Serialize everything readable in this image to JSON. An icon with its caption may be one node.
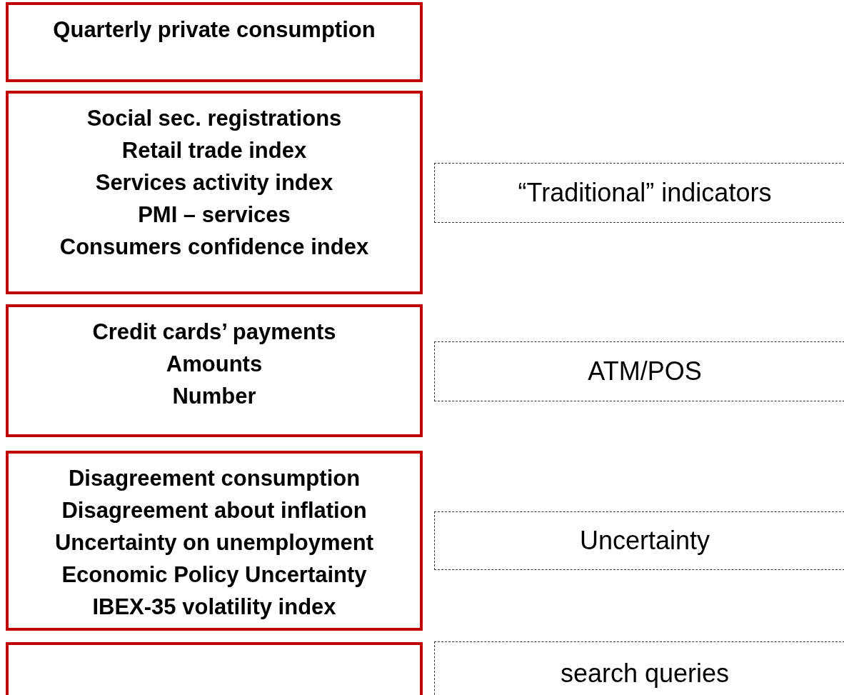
{
  "diagram": {
    "nodes": [
      {
        "text": [
          "Quarterly private consumption"
        ]
      },
      {
        "text": [
          "Social sec. registrations",
          "Retail trade index",
          "Services activity index",
          "PMI – services",
          "Consumers confidence index"
        ]
      },
      {
        "text": [
          "“Traditional” indicators"
        ]
      },
      {
        "text": [
          "Credit cards’ payments",
          "Amounts",
          "Number"
        ]
      },
      {
        "text": [
          "ATM/POS"
        ]
      },
      {
        "text": [
          "Disagreement consumption",
          "Disagreement about inflation",
          "Uncertainty on unemployment",
          "Economic Policy Uncertainty",
          "IBEX-35 volatility index"
        ]
      },
      {
        "text": [
          "Uncertainty"
        ]
      },
      {
        "text": [],
        "shape": "box"
      },
      {
        "text": [
          "search queries"
        ]
      }
    ]
  }
}
